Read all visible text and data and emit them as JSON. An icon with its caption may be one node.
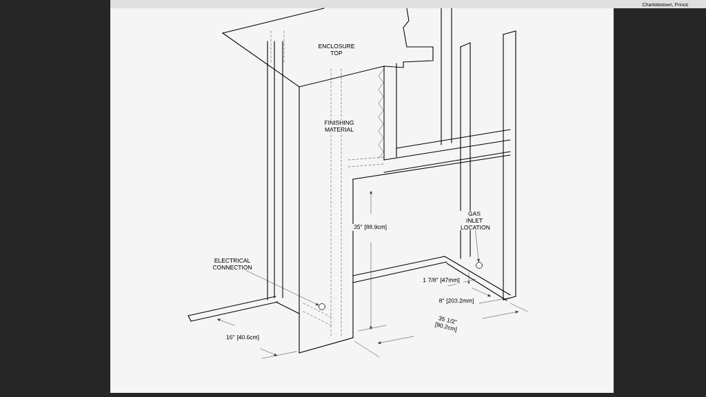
{
  "diagram": {
    "nodes": [
      {
        "text": [
          "ELECTRICAL CONNECTION"
        ]
      },
      {
        "text": [],
        "shape": "circle"
      },
      {
        "text": [
          "GAS INLET LOCATION"
        ]
      },
      {
        "text": [],
        "shape": "circle"
      }
    ],
    "edges": [
      {
        "from": 0,
        "to": 1,
        "arrow": "to"
      },
      {
        "from": 2,
        "to": 3,
        "arrow": "to"
      }
    ],
    "labels": [
      "Charlottetown, Prince",
      "ENCLOSURE TOP",
      "FINISHING MATERIAL",
      "35\" [88.9cm]",
      "16\" [40.6cm]",
      "1 7/8\" [47mm]",
      "8\" [203.2mm]",
      "35 1/2\" [90.2cm]"
    ]
  }
}
